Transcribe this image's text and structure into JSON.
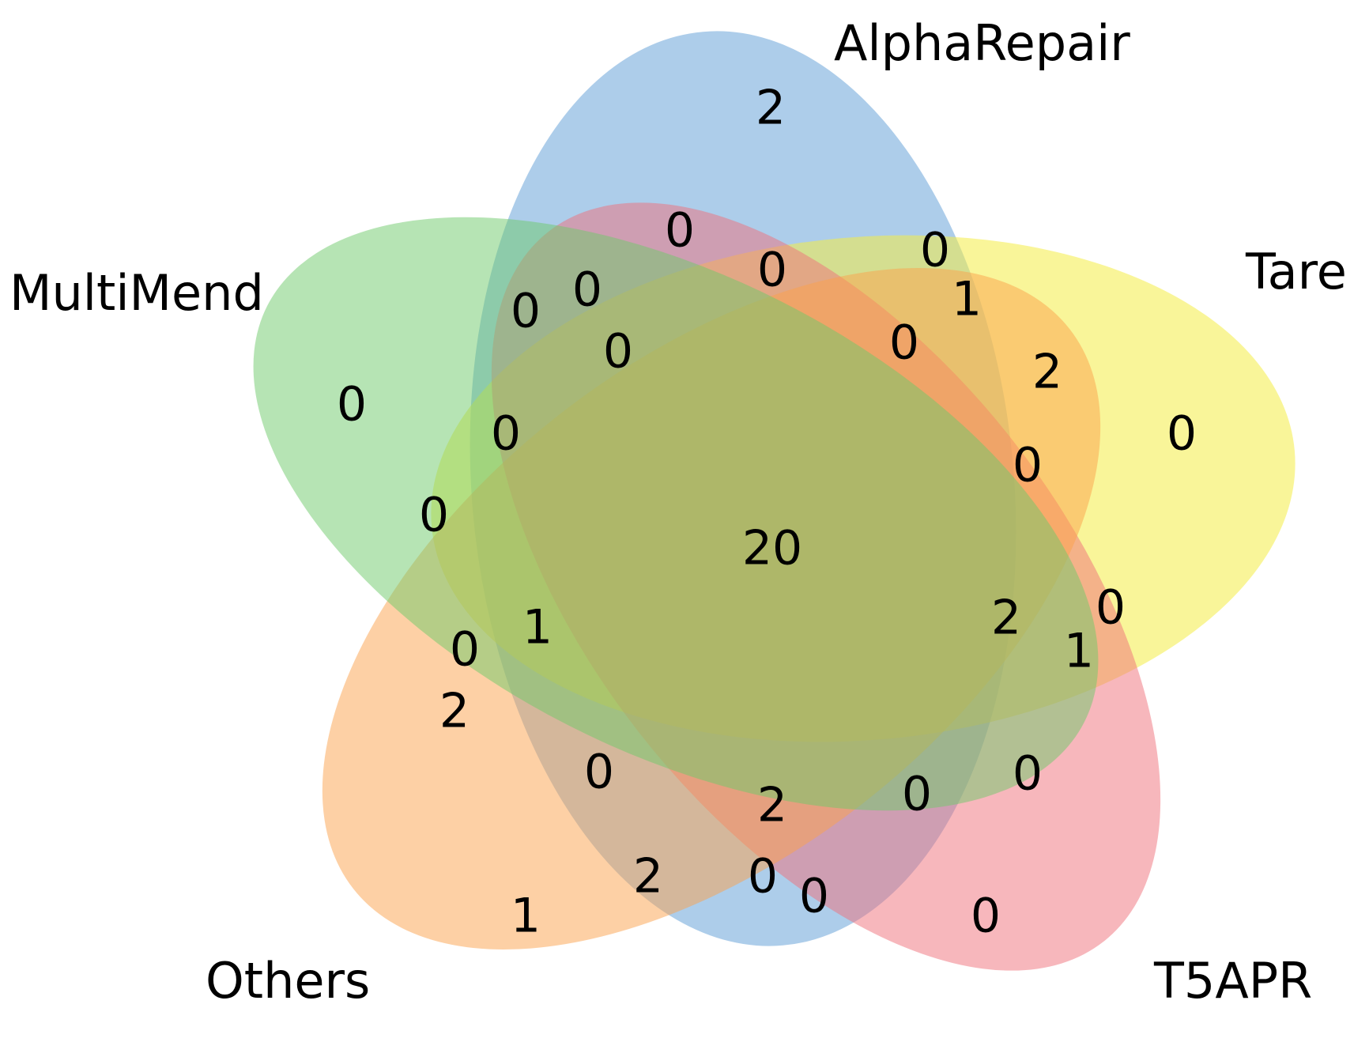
{
  "sets": [
    {
      "id": "alpharepair",
      "label": "AlphaRepair",
      "color": "#5b9bd5"
    },
    {
      "id": "tare",
      "label": "Tare",
      "color": "#eeea3c"
    },
    {
      "id": "t5apr",
      "label": "T5APR",
      "color": "#ef6f7a"
    },
    {
      "id": "others",
      "label": "Others",
      "color": "#fba14b"
    },
    {
      "id": "multimend",
      "label": "MultiMend",
      "color": "#6ec96a"
    }
  ],
  "regions": [
    {
      "name": "alpharepair-only",
      "value": "2"
    },
    {
      "name": "tare-only",
      "value": "0"
    },
    {
      "name": "t5apr-only",
      "value": "0"
    },
    {
      "name": "others-only",
      "value": "1"
    },
    {
      "name": "multimend-only",
      "value": "0"
    },
    {
      "name": "all-five",
      "value": "20"
    },
    {
      "name": "region-a",
      "value": "0"
    },
    {
      "name": "region-b",
      "value": "0"
    },
    {
      "name": "region-c",
      "value": "0"
    },
    {
      "name": "region-d",
      "value": "0"
    },
    {
      "name": "region-e",
      "value": "0"
    },
    {
      "name": "region-f",
      "value": "1"
    },
    {
      "name": "region-g",
      "value": "0"
    },
    {
      "name": "region-h",
      "value": "0"
    },
    {
      "name": "region-i",
      "value": "2"
    },
    {
      "name": "region-j",
      "value": "0"
    },
    {
      "name": "region-k",
      "value": "0"
    },
    {
      "name": "region-l",
      "value": "0"
    },
    {
      "name": "region-m",
      "value": "2"
    },
    {
      "name": "region-n",
      "value": "0"
    },
    {
      "name": "region-o",
      "value": "1"
    },
    {
      "name": "region-p",
      "value": "0"
    },
    {
      "name": "region-q",
      "value": "1"
    },
    {
      "name": "region-r",
      "value": "0"
    },
    {
      "name": "region-s",
      "value": "2"
    },
    {
      "name": "region-t",
      "value": "0"
    },
    {
      "name": "region-u",
      "value": "0"
    },
    {
      "name": "region-v",
      "value": "2"
    },
    {
      "name": "region-w",
      "value": "0"
    },
    {
      "name": "region-x",
      "value": "0"
    },
    {
      "name": "region-y",
      "value": "2"
    }
  ]
}
